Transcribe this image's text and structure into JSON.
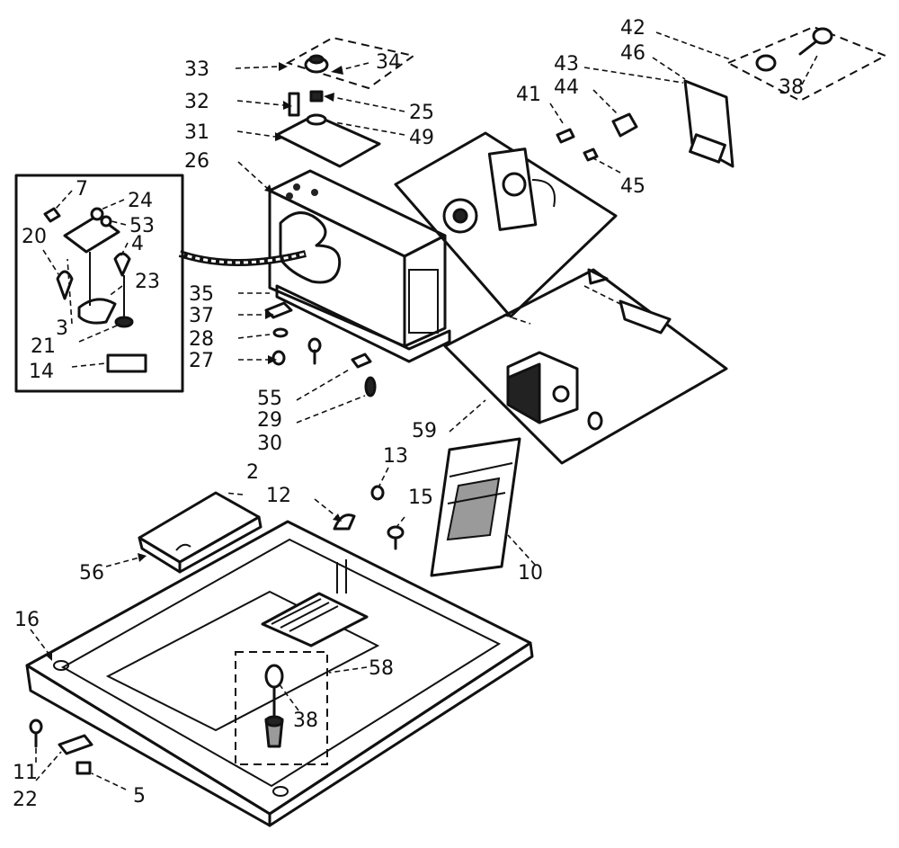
{
  "diagram": {
    "callouts": {
      "c2": "2",
      "c3": "3",
      "c4": "4",
      "c5": "5",
      "c7": "7",
      "c10": "10",
      "c11": "11",
      "c12": "12",
      "c13": "13",
      "c14": "14",
      "c15": "15",
      "c16": "16",
      "c20": "20",
      "c21": "21",
      "c22": "22",
      "c23": "23",
      "c24": "24",
      "c25": "25",
      "c26": "26",
      "c27": "27",
      "c28": "28",
      "c29": "29",
      "c30": "30",
      "c31": "31",
      "c32": "32",
      "c33": "33",
      "c34": "34",
      "c35": "35",
      "c37": "37",
      "c38a": "38",
      "c38b": "38",
      "c41": "41",
      "c42": "42",
      "c43": "43",
      "c44": "44",
      "c45": "45",
      "c46": "46",
      "c49": "49",
      "c53": "53",
      "c55": "55",
      "c56": "56",
      "c58": "58",
      "c59": "59"
    }
  }
}
